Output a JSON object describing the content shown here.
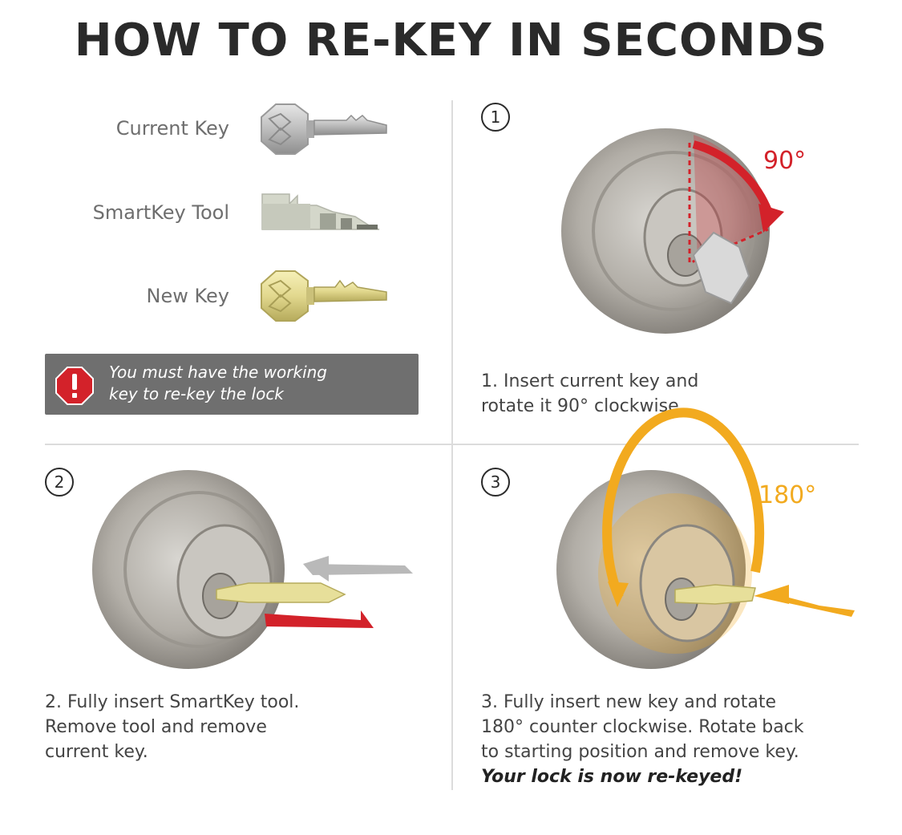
{
  "title": "HOW TO RE-KEY IN SECONDS",
  "legend": {
    "current_key": "Current Key",
    "smartkey_tool": "SmartKey Tool",
    "new_key": "New Key"
  },
  "warning": {
    "icon": "exclamation-icon",
    "text_line1": "You must have the working",
    "text_line2": "key to re-key the lock"
  },
  "steps": [
    {
      "number": "1",
      "angle": "90°",
      "caption_lines": [
        "1. Insert current key and",
        "rotate it 90° clockwise."
      ]
    },
    {
      "number": "2",
      "caption_lines": [
        "2. Fully insert SmartKey tool.",
        "Remove tool and remove",
        "current key."
      ]
    },
    {
      "number": "3",
      "angle": "180°",
      "caption_lines": [
        "3. Fully insert new key and rotate",
        "180° counter clockwise. Rotate back",
        "to starting position and remove key."
      ],
      "caption_bold": "Your lock is now re-keyed!"
    }
  ],
  "colors": {
    "red_accent": "#d3222a",
    "orange_accent": "#f2aa1f",
    "warning_bg": "#6f6f6f",
    "silver": "#b9b6b0",
    "brass": "#e7df9a"
  }
}
